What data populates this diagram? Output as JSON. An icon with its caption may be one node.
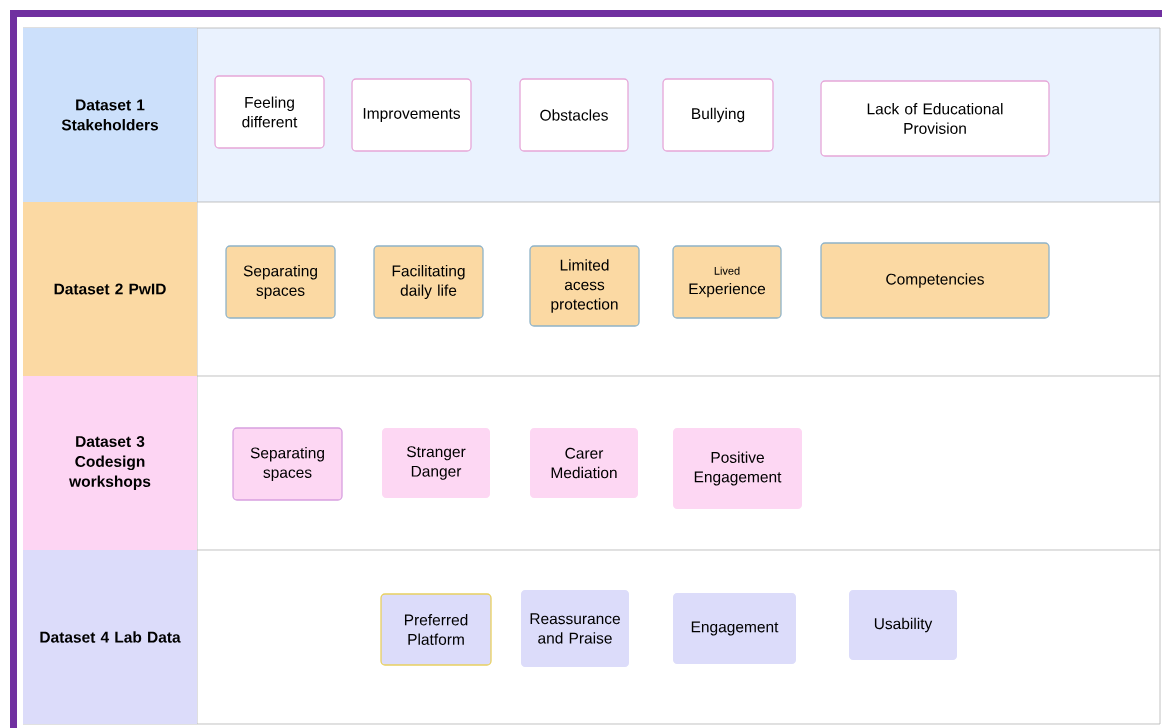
{
  "diagram": {
    "nodes": [
      {
        "text": [
          "Dataset 1 Stakeholders"
        ]
      },
      {
        "text": [
          "Feeling different"
        ]
      },
      {
        "text": [
          "Improvements"
        ]
      },
      {
        "text": [
          "Obstacles"
        ]
      },
      {
        "text": [
          "Bullying"
        ]
      },
      {
        "text": [
          "Lack of Educational Provision"
        ]
      },
      {
        "text": [
          "Dataset 2 PwID"
        ]
      },
      {
        "text": [
          "Separating spaces"
        ]
      },
      {
        "text": [
          "Facilitating daily life"
        ]
      },
      {
        "text": [
          "Limited acess protection"
        ]
      },
      {
        "text": [
          "Lived",
          "Experience"
        ]
      },
      {
        "text": [
          "Competencies"
        ]
      },
      {
        "text": [
          "Dataset 3 Codesign workshops"
        ]
      },
      {
        "text": [
          "Separating spaces"
        ]
      },
      {
        "text": [
          "Stranger Danger"
        ]
      },
      {
        "text": [
          "Carer Mediation"
        ]
      },
      {
        "text": [
          "Positive Engagement"
        ]
      },
      {
        "text": [
          "Dataset 4 Lab Data"
        ]
      },
      {
        "text": [
          "Preferred Platform"
        ]
      },
      {
        "text": [
          "Reassurance and Praise"
        ]
      },
      {
        "text": [
          "Engagement"
        ]
      },
      {
        "text": [
          "Usability"
        ]
      }
    ]
  }
}
